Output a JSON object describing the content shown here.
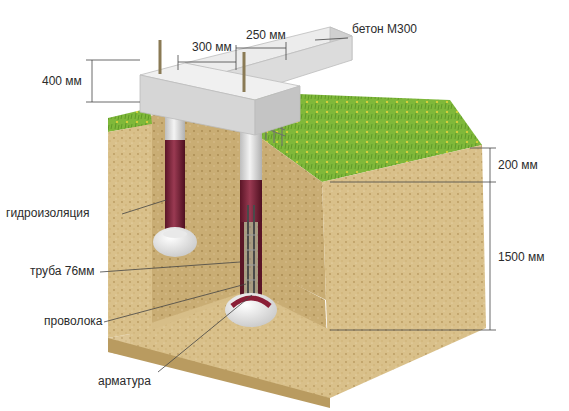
{
  "diagram": {
    "labels": [
      "300 мм",
      "250 мм",
      "бетон М300",
      "400 мм",
      "200 мм",
      "1500 мм",
      "гидроизоляция",
      "труба 76мм",
      "проволока",
      "арматура"
    ]
  }
}
